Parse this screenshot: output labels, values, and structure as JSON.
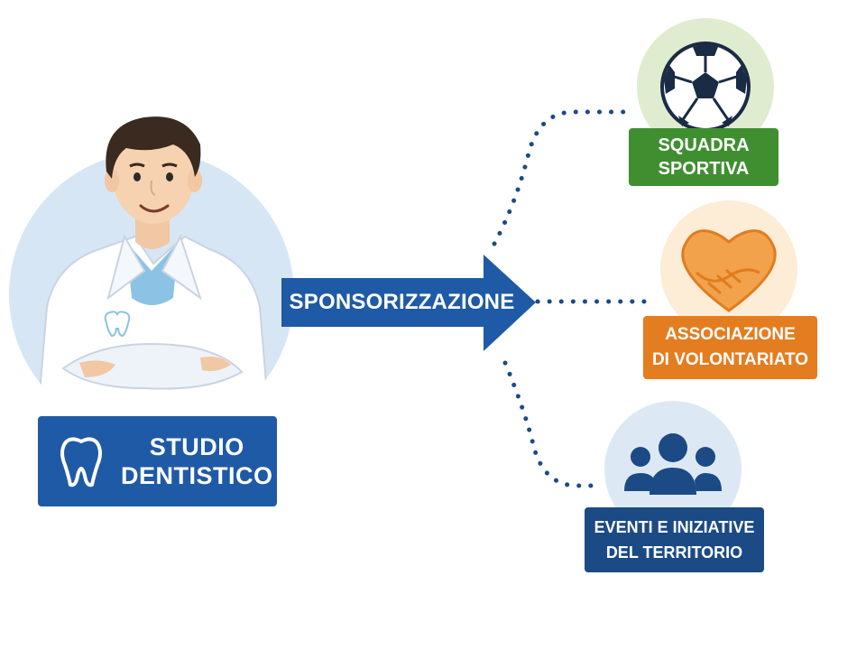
{
  "nodes": {
    "studio": {
      "line1": "STUDIO",
      "line2": "DENTISTICO"
    },
    "arrow_label": "SPONSORIZZAZIONE",
    "sport": {
      "line1": "SQUADRA",
      "line2": "SPORTIVA"
    },
    "association": {
      "line1": "ASSOCIAZIONE",
      "line2": "DI VOLONTARIATO"
    },
    "events": {
      "line1": "EVENTI E INIZIATIVE",
      "line2": "DEL TERRITORIO"
    }
  },
  "colors": {
    "primary_blue": "#1f5aa6",
    "green": "#3f8f31",
    "orange": "#e47d20",
    "navy": "#1b4a85",
    "dots": "#1b4a85"
  },
  "icons": [
    "dentist-avatar",
    "tooth-icon",
    "soccer-ball-icon",
    "handshake-heart-icon",
    "people-group-icon"
  ]
}
